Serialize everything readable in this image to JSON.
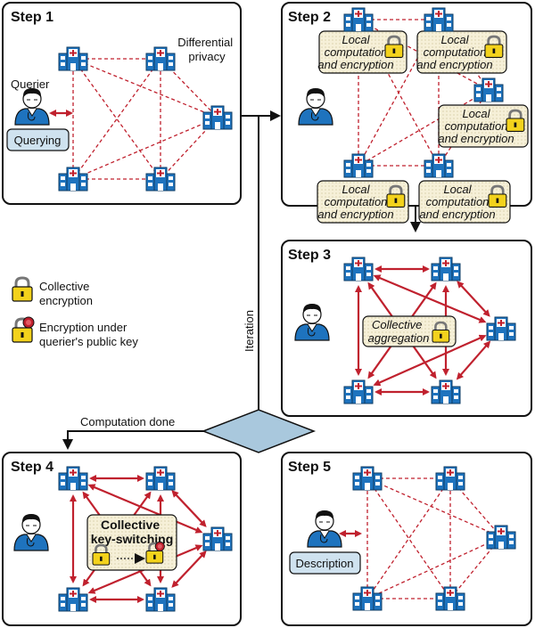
{
  "colors": {
    "accent_red": "#c0212e",
    "hospital_blue": "#1e73be",
    "lock_yellow": "#f3d21c",
    "diamond_blue": "#a9c8dd",
    "note_bg": "#f6f0d8"
  },
  "steps": {
    "step1": {
      "label": "Step 1",
      "differential_privacy": [
        "Differential",
        "privacy"
      ],
      "querier": "Querier",
      "querying": "Querying"
    },
    "step2": {
      "label": "Step 2",
      "local_box": [
        "Local",
        "computation",
        "and encryption"
      ]
    },
    "step3": {
      "label": "Step 3",
      "aggregation": [
        "Collective",
        "aggregation"
      ]
    },
    "step4": {
      "label": "Step 4",
      "keyswitch": [
        "Collective",
        "key-switching"
      ]
    },
    "step5": {
      "label": "Step 5",
      "description": "Description"
    }
  },
  "legend": {
    "collective": [
      "Collective",
      "encryption"
    ],
    "querier_key": [
      "Encryption under",
      "querier's public key"
    ]
  },
  "flow": {
    "iteration": "Iteration",
    "computation_done": "Computation done"
  },
  "icons": [
    "hospital-icon",
    "lock-icon",
    "person-icon",
    "red-seal-lock-icon"
  ]
}
